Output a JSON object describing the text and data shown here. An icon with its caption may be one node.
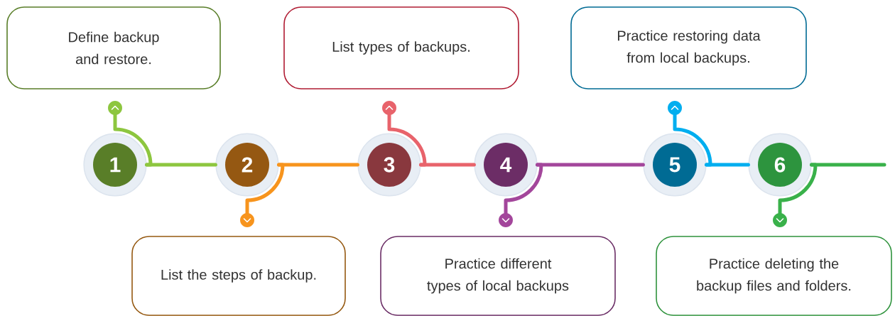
{
  "diagram": {
    "nodes": [
      {
        "text": [
          "1"
        ]
      },
      {
        "text": [
          "2"
        ]
      },
      {
        "text": [
          "3"
        ]
      },
      {
        "text": [
          "4"
        ]
      },
      {
        "text": [
          "5"
        ]
      },
      {
        "text": [
          "6"
        ]
      },
      {
        "text": [
          "Define backup and restore."
        ]
      },
      {
        "text": [
          "List the steps of backup."
        ]
      },
      {
        "text": [
          "List types of backups."
        ]
      },
      {
        "text": [
          "Practice different types of local backups"
        ]
      },
      {
        "text": [
          "Practice restoring data from local backups."
        ]
      },
      {
        "text": [
          "Practice deleting the backup files and folders."
        ]
      }
    ],
    "edges": [
      {
        "from": 0,
        "to": 6,
        "arrow": "to",
        "color": "#8dc63f"
      },
      {
        "from": 1,
        "to": 7,
        "arrow": "to",
        "color": "#f7941d"
      },
      {
        "from": 2,
        "to": 8,
        "arrow": "to",
        "color": "#e8636b"
      },
      {
        "from": 3,
        "to": 9,
        "arrow": "to",
        "color": "#a3469b"
      },
      {
        "from": 4,
        "to": 10,
        "arrow": "to",
        "color": "#00aeef"
      },
      {
        "from": 5,
        "to": 11,
        "arrow": "to",
        "color": "#39b14a"
      },
      {
        "from": 0,
        "to": 1,
        "arrow": "none",
        "color": "#8dc63f"
      },
      {
        "from": 1,
        "to": 2,
        "arrow": "none",
        "color": "#f7941d"
      },
      {
        "from": 2,
        "to": 3,
        "arrow": "none",
        "color": "#e8636b"
      },
      {
        "from": 3,
        "to": 4,
        "arrow": "none",
        "color": "#a3469b"
      },
      {
        "from": 4,
        "to": 5,
        "arrow": "none",
        "color": "#00aeef"
      },
      {
        "from": 5,
        "to": null,
        "arrow": "none",
        "color": "#39b14a"
      }
    ]
  }
}
